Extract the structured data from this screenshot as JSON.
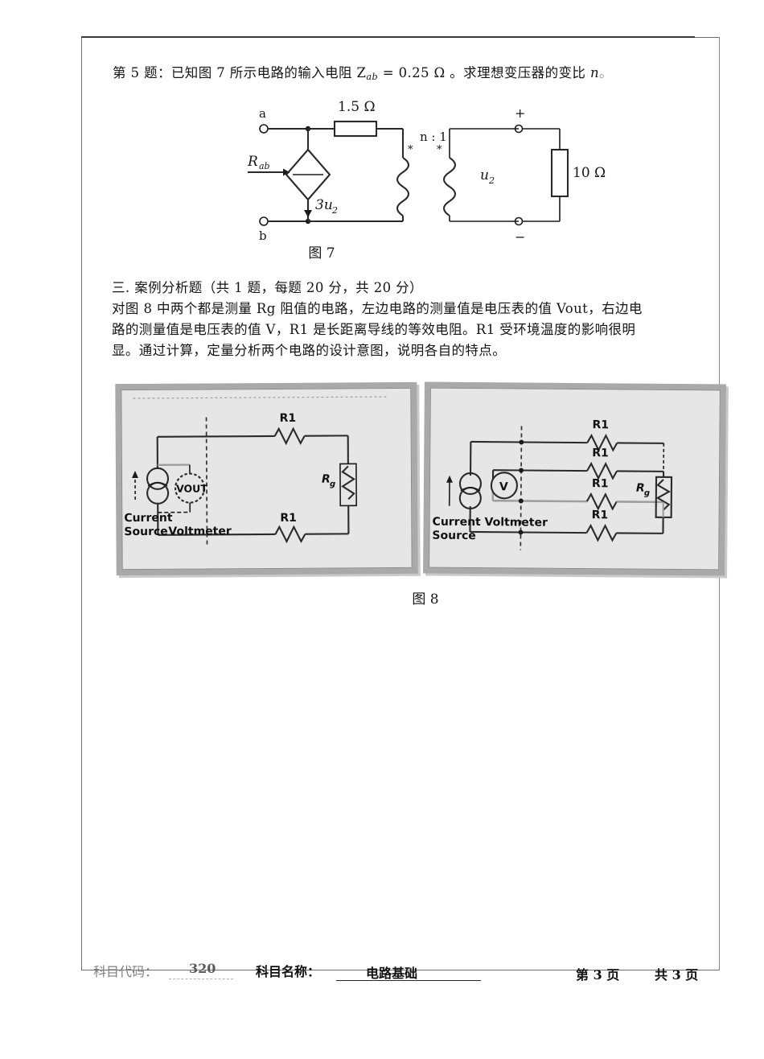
{
  "document": {
    "question5": {
      "prefix": "第 5 题：已知图 7 所示电路的输入电阻 Z",
      "sub": "ab",
      "equals": " = 0.25 Ω 。求理想变压器的变比 ",
      "var": "n",
      "period": "。"
    },
    "fig7_caption": "图 7",
    "fig8_caption": "图 8",
    "section3": {
      "heading": "三. 案例分析题（共 1 题，每题 20 分，共 20 分）",
      "line1": "对图 8 中两个都是测量 Rg 阻值的电路，左边电路的测量值是电压表的值 Vout，右边电",
      "line2": "路的测量值是电压表的值 V，R1 是长距离导线的等效电阻。R1 受环境温度的影响很明",
      "line3": "显。通过计算，定量分析两个电路的设计意图，说明各自的特点。"
    },
    "footer": {
      "code_label": "科目代码：",
      "code_value": "320",
      "name_label": "科目名称：",
      "name_value": "电路基础",
      "page_current": "第 3 页",
      "page_total": "共 3 页"
    }
  },
  "figure7": {
    "title": "图 7",
    "terminal_a": "a",
    "terminal_b": "b",
    "input_resistance_label": "R",
    "input_resistance_sub": "ab",
    "resistor_value": "1.5 Ω",
    "dependent_source_label": "3u",
    "dependent_source_sub": "2",
    "transformer_ratio": "n : 1",
    "dot_mark": "*",
    "secondary_voltage": "u",
    "secondary_voltage_sub": "2",
    "load_value": "10 Ω",
    "polarity_plus": "+",
    "polarity_minus": "−"
  },
  "figure8": {
    "title": "图 8",
    "left_panel": {
      "name": "two-wire-measurement",
      "current_source_label_line1": "Current",
      "current_source_label_line2": "Source",
      "voltmeter_label": "Voltmeter",
      "voltmeter_reading": "VOUT",
      "resistors": [
        "R1",
        "R1"
      ],
      "sense_resistor": "R",
      "sense_resistor_sub": "g"
    },
    "right_panel": {
      "name": "four-wire-kelvin-measurement",
      "current_source_label_line1": "Current",
      "current_source_label_line2": "Source",
      "voltmeter_label": "Voltmeter",
      "voltmeter_reading": "V",
      "resistors": [
        "R1",
        "R1",
        "R1",
        "R1"
      ],
      "sense_resistor": "R",
      "sense_resistor_sub": "g"
    }
  },
  "colors": {
    "page_background": "#ffffff",
    "ink": "#141414",
    "panel_frame": "#a9a9a9",
    "panel_fill": "#e6e6e6",
    "faded_ink": "#8d8d8d"
  }
}
